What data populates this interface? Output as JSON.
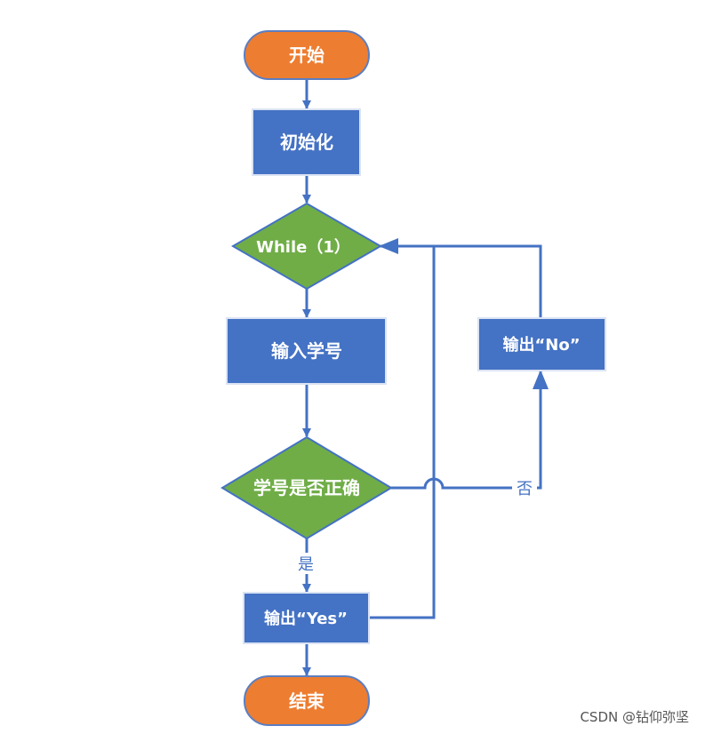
{
  "nodes": {
    "start": "开始",
    "init": "初始化",
    "loop": "While（1）",
    "input": "输入学号",
    "check": "学号是否正确",
    "out_no": "输出“No”",
    "out_yes": "输出“Yes”",
    "end": "结束"
  },
  "edges": {
    "yes_label": "是",
    "no_label": "否"
  },
  "watermark": "CSDN @钻仰弥坚",
  "colors": {
    "terminal": "#ed7d31",
    "process": "#4472c4",
    "decision": "#70ad47",
    "connector": "#4472c4"
  }
}
